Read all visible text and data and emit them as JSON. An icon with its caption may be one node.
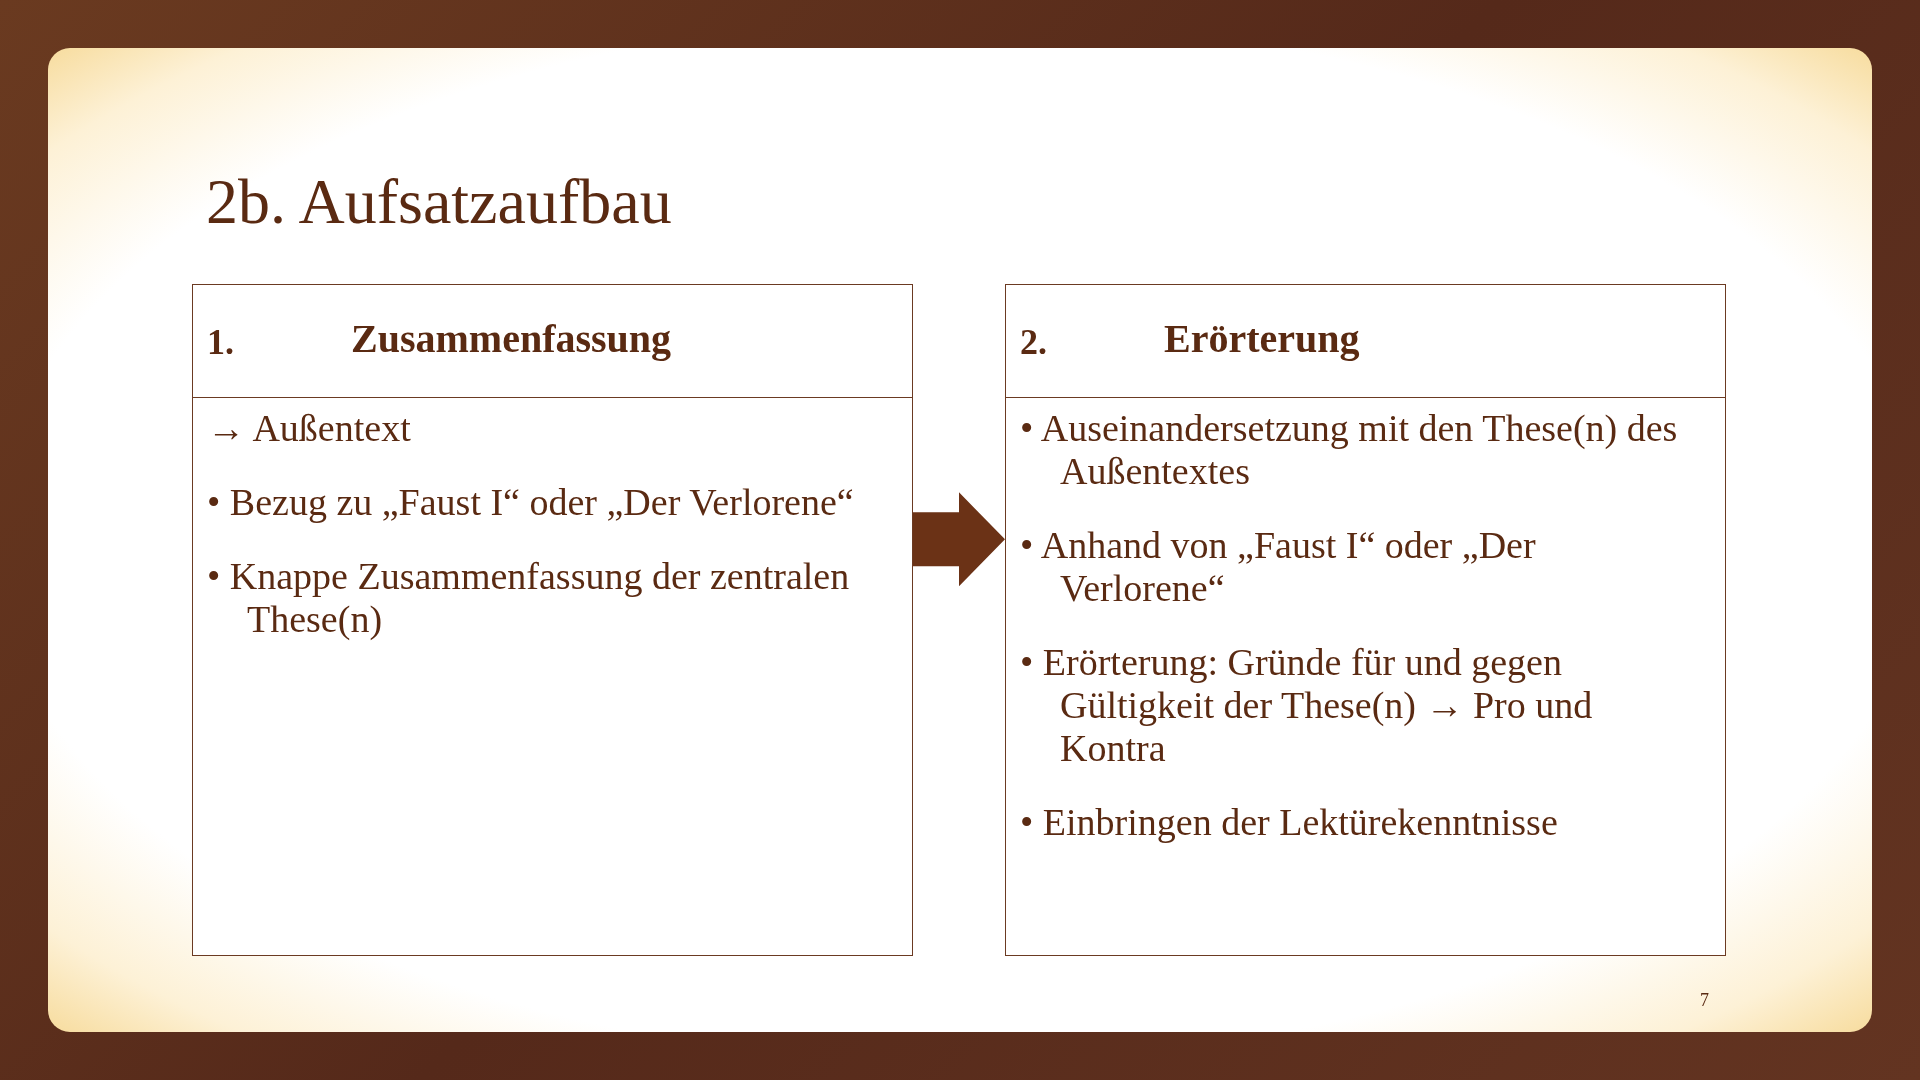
{
  "diagram": {
    "title": "2b. Aufsatzaufbau",
    "nodes": [
      {
        "text": [
          "1.",
          "Zusammenfassung",
          "→ Außentext",
          "• Bezug zu „Faust I“ oder „Der Verlorene“",
          "• Knappe Zusammenfassung der zentralen These(n)"
        ]
      },
      {
        "text": [
          "2.",
          "Erörterung",
          "• Auseinandersetzung mit den These(n) des Außentextes",
          "• Anhand von „Faust I“ oder „Der Verlorene“",
          "• Erörterung: Gründe für und gegen Gültigkeit der These(n) → Pro und Kontra",
          "• Einbringen der Lektürekenntnisse"
        ]
      }
    ],
    "edges": [
      {
        "from": 0,
        "to": 1,
        "arrow": "to"
      }
    ],
    "labels": [
      "7"
    ]
  }
}
